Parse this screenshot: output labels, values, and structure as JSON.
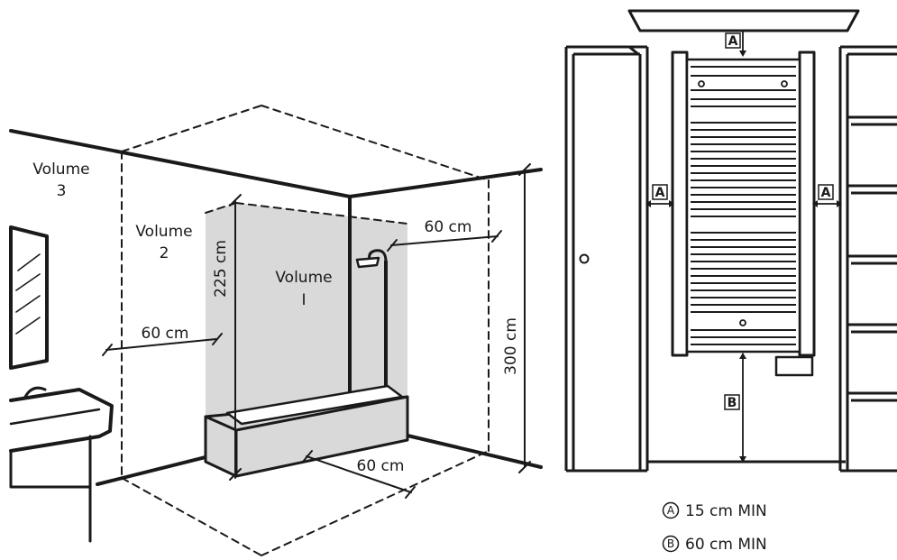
{
  "bathroom": {
    "volume3": {
      "line1": "Volume",
      "line2": "3"
    },
    "volume2": {
      "line1": "Volume",
      "line2": "2"
    },
    "volume1": {
      "line1": "Volume",
      "line2": "I"
    },
    "dim_height_225": "225 cm",
    "dim_height_300": "300 cm",
    "dim_side_60": "60 cm",
    "dim_top_60": "60 cm",
    "dim_front_60": "60 cm"
  },
  "towel_rail": {
    "marker_top": "A",
    "marker_left": "A",
    "marker_right": "A",
    "marker_bottom": "B"
  },
  "legend": {
    "a": {
      "symbol": "A",
      "text": "15 cm MIN"
    },
    "b": {
      "symbol": "B",
      "text": "60 cm MIN"
    }
  },
  "colors": {
    "ink": "#1a1a1a",
    "zone_fill": "#d9d9d9",
    "paper": "#ffffff"
  }
}
